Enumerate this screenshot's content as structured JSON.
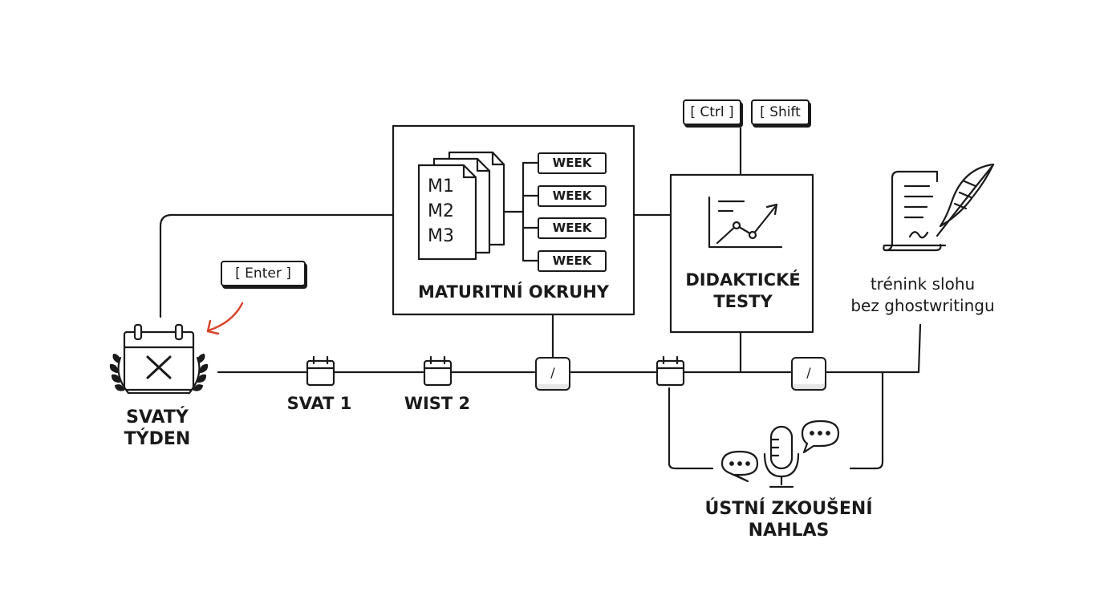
{
  "keys": {
    "enter": "[ Enter ]",
    "ctrl": "[ Ctrl ]",
    "shift": "[ Shift"
  },
  "maturitni": {
    "title": "MATURITNÍ OKRUHY",
    "modules": [
      "M1",
      "M2",
      "M3"
    ],
    "weeks": [
      "WEEK",
      "WEEK",
      "WEEK",
      "WEEK"
    ]
  },
  "didakticke": {
    "line1": "DIDAKTICKÉ",
    "line2": "TESTY"
  },
  "trenink": {
    "line1": "trénink slohu",
    "line2": "bez ghostwritingu"
  },
  "timeline": {
    "svaty_line1": "SVATÝ",
    "svaty_line2": "TÝDEN",
    "svat1": "SVAT 1",
    "wist2": "WIST 2",
    "slash1": "/",
    "slash2": "/"
  },
  "ustni": {
    "line1": "ÚSTNÍ ZKOUŠENÍ",
    "line2": "NAHLAS"
  },
  "colors": {
    "ink": "#1a1a1a",
    "accent_arrow": "#d9442b"
  }
}
